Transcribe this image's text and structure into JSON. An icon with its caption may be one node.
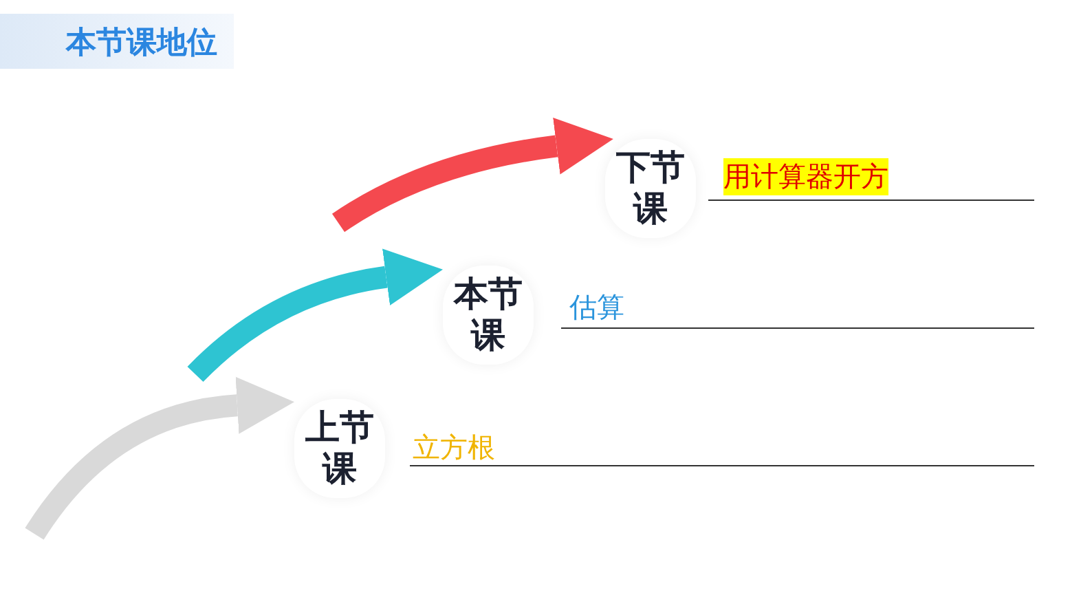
{
  "diagram": {
    "title": "本节课地位",
    "nodes": [
      {
        "text": [
          "上节课"
        ],
        "beside": [
          "立方根"
        ]
      },
      {
        "text": [
          "本节课"
        ],
        "beside": [
          "估算"
        ]
      },
      {
        "text": [
          "下节课"
        ],
        "beside": [
          "用计算器开方"
        ]
      }
    ],
    "edges": [
      {
        "from": null,
        "to": 0,
        "arrow": "to",
        "color": "#d9d9d9"
      },
      {
        "from": null,
        "to": 1,
        "arrow": "to",
        "color": "#2ec4d2"
      },
      {
        "from": null,
        "to": 2,
        "arrow": "to",
        "color": "#f4494f"
      }
    ]
  }
}
